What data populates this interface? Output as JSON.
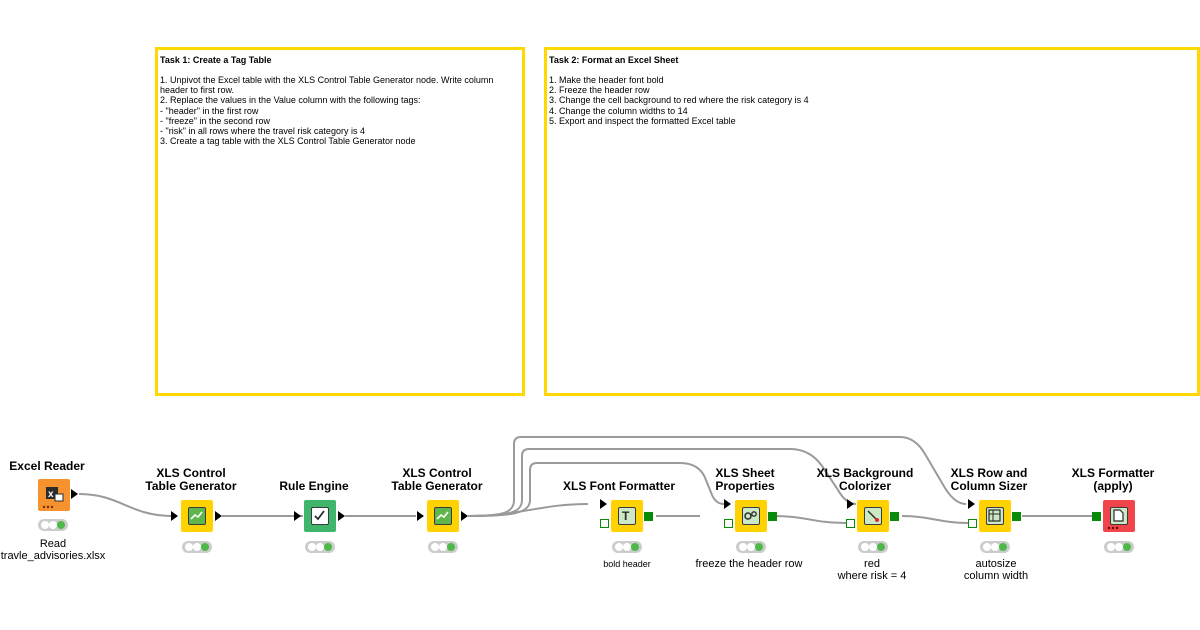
{
  "annotations": [
    {
      "title": "Task 1: Create a Tag Table",
      "body": "1. Unpivot the Excel table with the XLS Control Table Generator node. Write column header to first row.\n2. Replace the values in the Value column with the following tags:\n- \"header\" in the first row\n- \"freeze\" in the second row\n- \"risk\" in all rows where the travel risk category is 4\n3. Create a tag table with the XLS Control Table Generator node"
    },
    {
      "title": "Task 2: Format an Excel Sheet",
      "body": "1. Make the header font bold\n2. Freeze the header row\n3. Change the cell background to red where the risk category is 4\n4. Change the column widths to 14\n5. Export and inspect the formatted Excel table"
    }
  ],
  "nodes": [
    {
      "id": "excel-reader",
      "title": "Excel Reader",
      "label": "Read\ntravle_advisories.xlsx",
      "color": "#f7932e",
      "icon": "excel-icon"
    },
    {
      "id": "xls-ctg-1",
      "title": "XLS Control\nTable Generator",
      "label": "",
      "color": "#ffd200",
      "icon": "chart-icon"
    },
    {
      "id": "rule-engine",
      "title": "Rule Engine",
      "label": "",
      "color": "#3fb66b",
      "icon": "checkmark-icon"
    },
    {
      "id": "xls-ctg-2",
      "title": "XLS Control\nTable Generator",
      "label": "",
      "color": "#ffd200",
      "icon": "chart-icon"
    },
    {
      "id": "xls-font",
      "title": "XLS Font Formatter",
      "label": "bold header",
      "color": "#ffd200",
      "icon": "font-icon"
    },
    {
      "id": "xls-sheet",
      "title": "XLS Sheet\nProperties",
      "label": "freeze the header row",
      "color": "#ffd200",
      "icon": "gears-icon"
    },
    {
      "id": "xls-bg",
      "title": "XLS Background\nColorizer",
      "label": "red\nwhere risk = 4",
      "color": "#ffd200",
      "icon": "colorizer-icon"
    },
    {
      "id": "xls-rowcol",
      "title": "XLS Row and\nColumn Sizer",
      "label": "autosize\ncolumn width",
      "color": "#ffd200",
      "icon": "table-icon"
    },
    {
      "id": "xls-formatter",
      "title": "XLS Formatter\n(apply)",
      "label": "",
      "color": "#f0464b",
      "icon": "document-icon"
    }
  ],
  "colors": {
    "annotation_border": "#ffd800",
    "wire": "#9a9a9a",
    "port_green": "#0a8a0a",
    "status_green": "#4fb84a",
    "status_grey": "#cccccc"
  }
}
